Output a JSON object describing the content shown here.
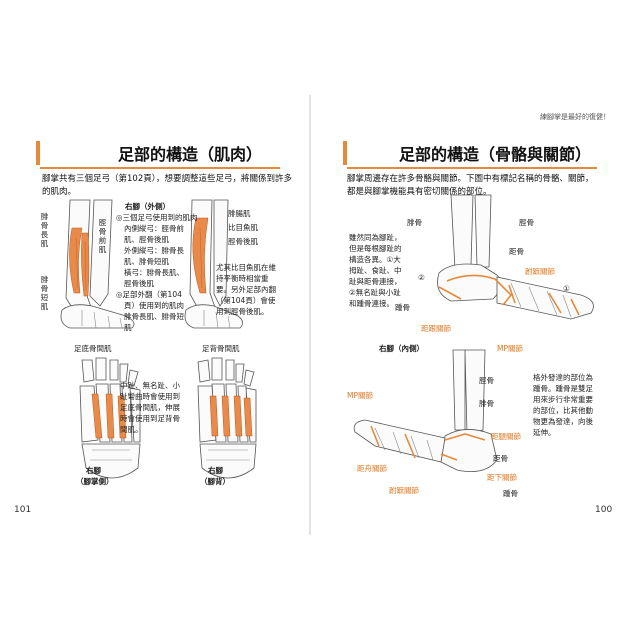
{
  "running_head": "練腳掌是最好的復健！",
  "left_page": {
    "page_number": "101",
    "title": "足部的構造（肌肉）",
    "lead": "腳掌共有三個足弓（第102頁），想要調整這些足弓，將關係到許多的肌肉。",
    "leg_figure": {
      "side_label": "右腳（外側）",
      "labels_left": [
        "腓骨長肌",
        "腓骨短肌"
      ],
      "label_tibialis": "脛骨前肌",
      "label_flexor": "脛骨後肌",
      "label_soleus": "腓腸肌",
      "label_soleus2": "比目魚肌",
      "label_post": "脛骨後肌",
      "note_arches": "◎三個足弓使用到的肌肉",
      "note_lines": [
        "內側縱弓：脛骨前",
        "肌、脛骨後肌",
        "外側縱弓：腓骨長",
        "肌、腓骨短肌",
        "橫弓：腓骨長肌、",
        "脛骨後肌",
        "◎足部外翻（第104",
        "頁）使用到的肌肉",
        "腓骨長肌、腓骨短",
        "肌"
      ],
      "note_right": [
        "尤其比目魚肌在維",
        "持平衡時相當重",
        "要。另外足部內翻",
        "（第104頁）會使",
        "用到脛骨後肌。"
      ]
    },
    "sole_figure": {
      "top_label": "足底骨間肌",
      "note": [
        "中趾、無名趾、小",
        "趾彎曲時會使用到",
        "足底骨間肌，伸展",
        "時會使用到足背骨",
        "間肌。"
      ],
      "caption": [
        "右腳",
        "（腳掌側）"
      ]
    },
    "dorsal_figure": {
      "top_label": "足背骨間肌",
      "caption": [
        "右腳",
        "（腳背）"
      ]
    }
  },
  "right_page": {
    "page_number": "100",
    "title": "足部的構造（骨骼與關節）",
    "lead": "腳掌周邊存在許多骨骼與關節。下圖中有標記名稱的骨骼、關節，都是與腳掌機能具有密切關係的部位。",
    "outer_figure": {
      "labels": {
        "fibula": "腓骨",
        "tibia": "脛骨",
        "talus": "距骨",
        "tarsometatarsal": "跗蹠關節",
        "calcaneus": "踵骨",
        "talocalcaneal": "距跟關節",
        "mp": "MP關節",
        "num1": "①",
        "num2": "②"
      },
      "note": [
        "雖然同為腳趾，",
        "但是每根腳趾的",
        "構造各異。①大",
        "拇趾、食趾、中",
        "趾與距骨連接，",
        "②無名趾與小趾",
        "和踵骨連接。"
      ]
    },
    "inner_figure": {
      "side_label": "右腳（內側）",
      "labels": {
        "tibia": "脛骨",
        "fibula": "腓骨",
        "mp": "MP關節",
        "talocrural": "距腿關節",
        "talonavicular": "距舟關節",
        "talus": "距骨",
        "subtalar": "距下關節",
        "tarsometatarsal": "跗蹠關節",
        "calcaneus": "踵骨"
      },
      "note": [
        "格外發達的部位為",
        "踵骨。踵骨是雙足",
        "用來步行非常重要",
        "的部位，比其他動",
        "物更為發達，向後",
        "延伸。"
      ]
    }
  },
  "colors": {
    "accent": "#e58a3a",
    "muscle": "#e98a4a",
    "text": "#222222"
  }
}
